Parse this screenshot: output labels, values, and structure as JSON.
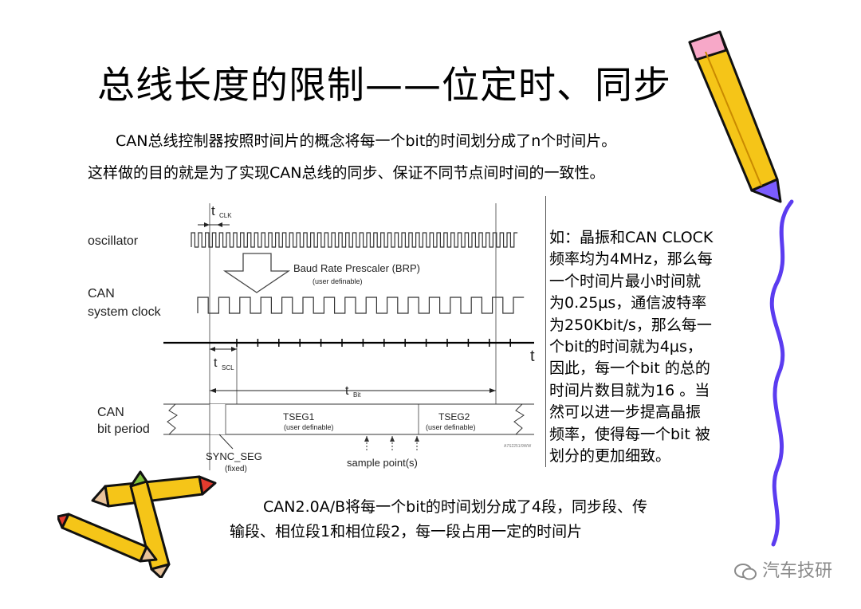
{
  "title": "总线长度的限制——位定时、同步",
  "intro_line1": "CAN总线控制器按照时间片的概念将每一个bit的时间划分成了n个时间片。",
  "intro_line2": "这样做的目的就是为了实现CAN总线的同步、保证不同节点间时间的一致性。",
  "diagram": {
    "oscillator": "oscillator",
    "can_line1": "CAN",
    "system_clock": "system clock",
    "bit_can": "CAN",
    "bit_period": "bit period",
    "t_clk": "t",
    "t_clk_sub": "CLK",
    "t_scl": "t",
    "t_scl_sub": "SCL",
    "t_bit": "t",
    "t_bit_sub": "Bit",
    "t_axis": "t",
    "brp": "Baud Rate Prescaler (BRP)",
    "brp_sub": "(user definable)",
    "tseg1": "TSEG1",
    "tseg1_sub": "(user definable)",
    "tseg2": "TSEG2",
    "tseg2_sub": "(user definable)",
    "sync_seg": "SYNC_SEG",
    "sync_seg_sub": "(fixed)",
    "sample_points": "sample point(s)",
    "fig_code": "A7S2251/9WW"
  },
  "side_note": [
    "如：晶振和CAN CLOCK",
    "频率均为4MHz，那么每",
    "一个时间片最小时间就",
    "为0.25μs，通信波特率",
    "为250Kbit/s，那么每一",
    "个bit的时间就为4μs，",
    "因此，每一个bit 的总的",
    "时间片数目就为16 。当",
    "然可以进一步提高晶振",
    "频率，使得每一个bit 被",
    "划分的更加细致。"
  ],
  "bottom_line1": "CAN2.0A/B将每一个bit的时间划分成了4段，同步段、传",
  "bottom_line2": "输段、相位段1和相位段2，每一段占用一定的时间片",
  "watermark": "汽车技研",
  "colors": {
    "pencil_yellow": "#f5c518",
    "pencil_outline": "#111111",
    "pencil_purple": "#7b5cff",
    "pencil_red": "#e23b2e",
    "squiggle": "#5b3cf0"
  }
}
